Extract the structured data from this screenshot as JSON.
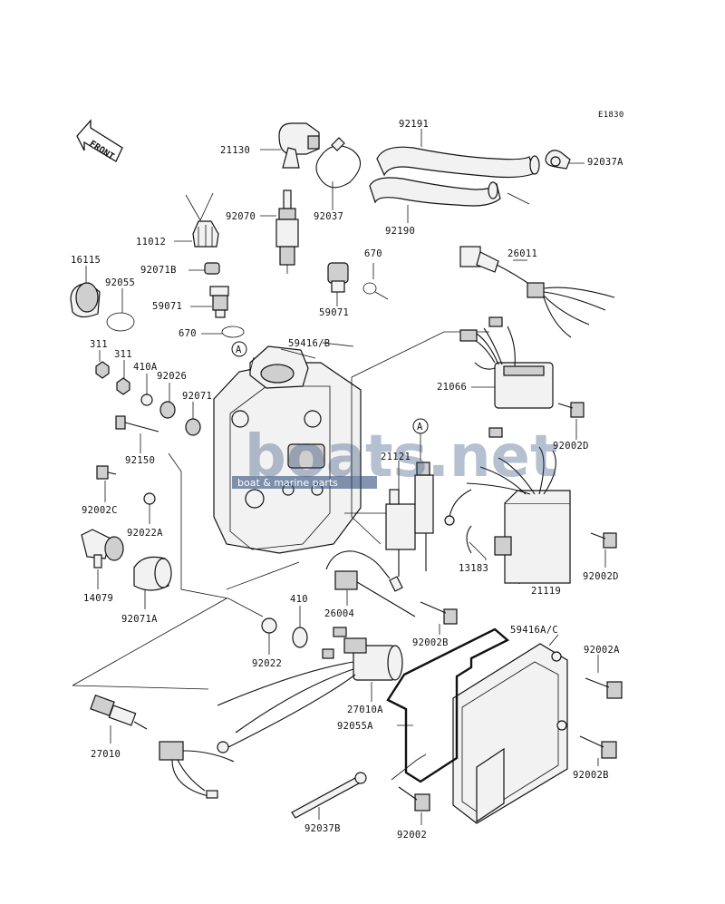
{
  "diagram_code": "E1830",
  "front_label": "FRONT",
  "callout_marker": "A",
  "watermark": {
    "brand": "boats.net",
    "sub": "boat & marine parts"
  },
  "parts": {
    "p21130": "21130",
    "p92191": "92191",
    "p92037A": "92037A",
    "p92070": "92070",
    "p92037": "92037",
    "p92190": "92190",
    "p11012": "11012",
    "p16115": "16115",
    "p92071B": "92071B",
    "p92055": "92055",
    "p59071a": "59071",
    "p670a": "670",
    "p59071b": "59071",
    "p26011": "26011",
    "p670b": "670",
    "p311a": "311",
    "p311b": "311",
    "p410A": "410A",
    "p92026": "92026",
    "p59416B": "59416/B",
    "p92071": "92071",
    "p21066": "21066",
    "p92002D_a": "92002D",
    "p92150": "92150",
    "p21121": "21121",
    "p92002C": "92002C",
    "p92022A": "92022A",
    "p14079": "14079",
    "p92071A": "92071A",
    "p13183": "13183",
    "p92002D_b": "92002D",
    "p21119": "21119",
    "p410": "410",
    "p26004": "26004",
    "p92002B_a": "92002B",
    "p59416AC": "59416A/C",
    "p92002A": "92002A",
    "p92022": "92022",
    "p27010A": "27010A",
    "p92055A": "92055A",
    "p27010": "27010",
    "p92002B_b": "92002B",
    "p92037B": "92037B",
    "p92002": "92002"
  }
}
